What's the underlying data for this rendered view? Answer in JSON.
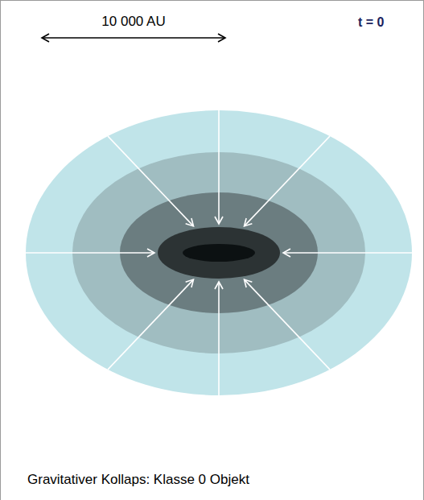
{
  "diagram": {
    "caption": "Gravitativer Kollaps: Klasse 0 Objekt",
    "labels": [
      "10 000 AU",
      "t = 0"
    ]
  }
}
